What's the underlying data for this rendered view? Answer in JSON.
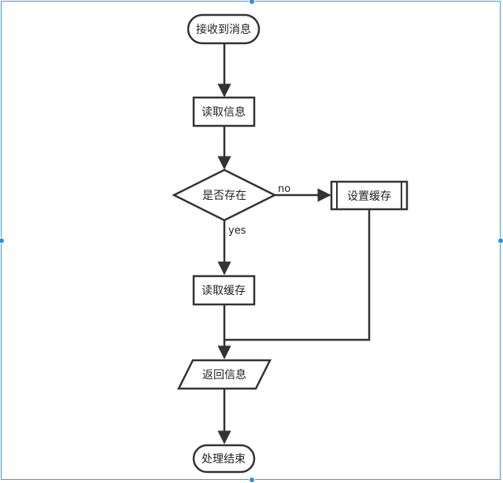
{
  "diagram": {
    "nodes": {
      "start": "接收到消息",
      "read_info": "读取信息",
      "decision": "是否存在",
      "set_cache": "设置缓存",
      "read_cache": "读取缓存",
      "return_info": "返回信息",
      "end": "处理结束"
    },
    "edge_labels": {
      "no": "no",
      "yes": "yes"
    }
  },
  "colors": {
    "stroke": "#333333",
    "frame": "#3a9ee3",
    "handle": "#2f8fdc"
  }
}
